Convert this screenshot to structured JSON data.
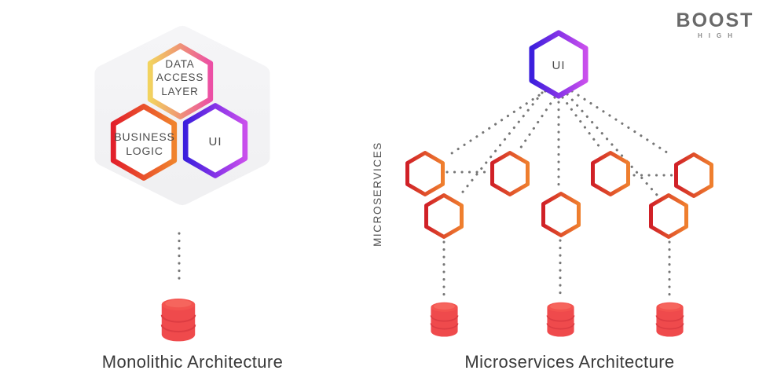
{
  "brand": {
    "name": "BOOST",
    "tagline": "HIGH"
  },
  "monolith": {
    "title": "Monolithic Architecture",
    "components": [
      {
        "name": "data-access-layer",
        "label": "DATA ACCESS LAYER"
      },
      {
        "name": "business-logic",
        "label": "BUSINESS LOGIC"
      },
      {
        "name": "ui",
        "label": "UI"
      }
    ],
    "databases": 1
  },
  "microservices": {
    "title": "Microservices Architecture",
    "side_label": "MICROSERVICES",
    "gateway_label": "UI",
    "services": 7,
    "databases": 3
  },
  "colors": {
    "data_access_gradient": [
      "#f2d35f",
      "#ef9a72",
      "#ec4fa5"
    ],
    "business_gradient": [
      "#e2202b",
      "#f0832d"
    ],
    "ui_gradient": [
      "#3b1fdd",
      "#8d36e8",
      "#c94fec"
    ],
    "service_gradient": [
      "#d02027",
      "#ef7f2e"
    ],
    "database_red": "#ef4a4c",
    "container_gray": "#f3f3f5",
    "connector_gray": "#767676",
    "text_dark": "#3a3a3a"
  }
}
